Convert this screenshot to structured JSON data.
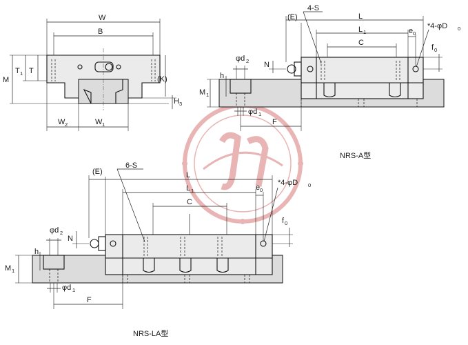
{
  "labels": {
    "front": {
      "W": "W",
      "B": "B",
      "M": "M",
      "T1": "T",
      "T1_sub": "1",
      "T": "T",
      "K": "(K)",
      "H3": "H",
      "H3_sub": "3",
      "W2": "W",
      "W2_sub": "2",
      "W1": "W",
      "W1_sub": "1"
    },
    "side_a": {
      "E": "(E)",
      "S": "4-S",
      "L": "L",
      "L1": "L",
      "L1_sub": "1",
      "C": "C",
      "e0": "e",
      "e0_sub": "0",
      "D0": "*4-φD",
      "D0_sub": "0",
      "f0": "f",
      "f0_sub": "0",
      "d2": "φd",
      "d2_sub": "2",
      "N": "N",
      "h": "h",
      "M1": "M",
      "M1_sub": "1",
      "d1": "φd",
      "d1_sub": "1",
      "F": "F"
    },
    "side_la": {
      "E": "(E)",
      "S": "6-S",
      "L": "L",
      "L1": "L",
      "L1_sub": "1",
      "C": "C",
      "e0": "e",
      "e0_sub": "0",
      "D0": "*4-φD",
      "D0_sub": "0",
      "f0": "f",
      "f0_sub": "0",
      "d2": "φd",
      "d2_sub": "2",
      "N": "N",
      "h": "h",
      "M1": "M",
      "M1_sub": "1",
      "d1": "φd",
      "d1_sub": "1",
      "F": "F"
    }
  },
  "captions": {
    "nrs_a": "NRS-A型",
    "nrs_la": "NRS-LA型"
  },
  "colors": {
    "line": "#111111",
    "watermark": "#e9b4b4"
  }
}
